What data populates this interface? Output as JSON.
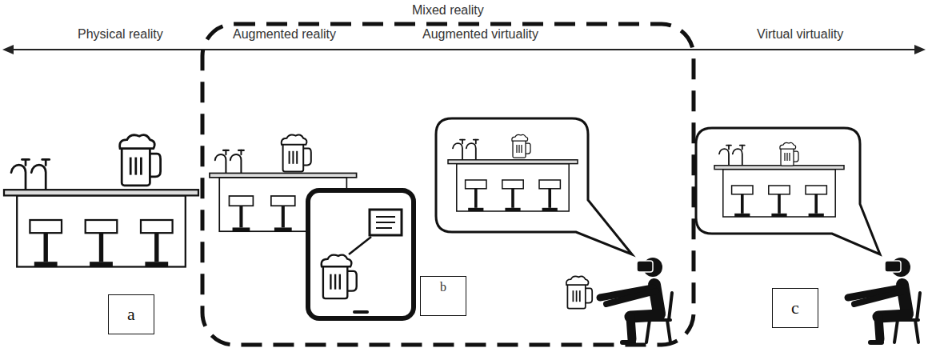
{
  "diagram": {
    "nodes": [
      {
        "text": [
          "Mixed reality"
        ]
      },
      {
        "text": [
          "a"
        ]
      },
      {
        "text": [
          "b"
        ],
        "in": 0
      },
      {
        "text": [
          "c"
        ]
      }
    ],
    "labels": [
      "Physical reality",
      "Augmented reality",
      "Augmented virtuality",
      "Virtual virtuality"
    ]
  }
}
